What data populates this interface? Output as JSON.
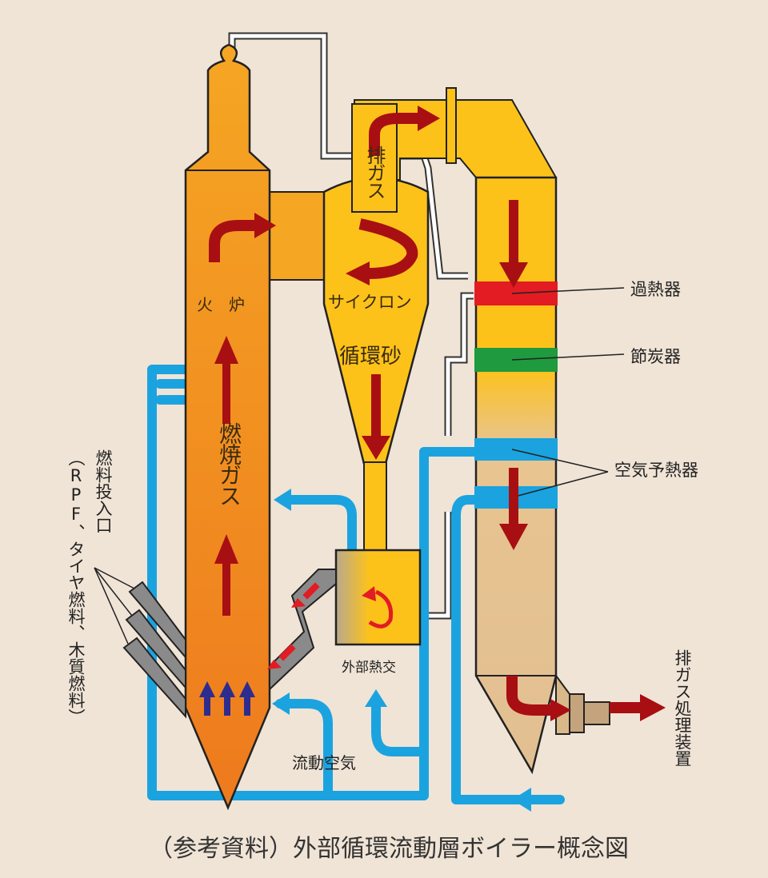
{
  "labels": {
    "furnace": "火　炉",
    "combustion_gas": "燃焼ガス",
    "exhaust_gas": "排ガス",
    "cyclone": "サイクロン",
    "circulating_sand": "循環砂",
    "external_heat_exchanger": "外部熱交",
    "fluidizing_air": "流動空気",
    "superheater": "過熱器",
    "economizer": "節炭器",
    "air_preheater": "空気予熱器",
    "exhaust_treatment": "排ガス処理装置",
    "fuel_inlet": "燃料投入口",
    "fuel_types": "（RPF、タイヤ燃料、木質燃料）"
  },
  "caption": "（参考資料）外部循環流動層ボイラー概念図",
  "colors": {
    "background": "#f0e4d6",
    "furnace_top": "#f5a623",
    "furnace_bottom": "#ee7a1e",
    "cyclone": "#fdc21a",
    "gas_duct": "#fdc21a",
    "air_line": "#1ba3e0",
    "flow_arrow": "#a80f12",
    "hot_arrow": "#e31b23",
    "air_jet": "#2d2c8f",
    "superheater": "#e31b23",
    "economizer": "#1f9a3f",
    "air_preheater": "#1ba3e0",
    "fuel_chute": "#8a8a8a"
  }
}
